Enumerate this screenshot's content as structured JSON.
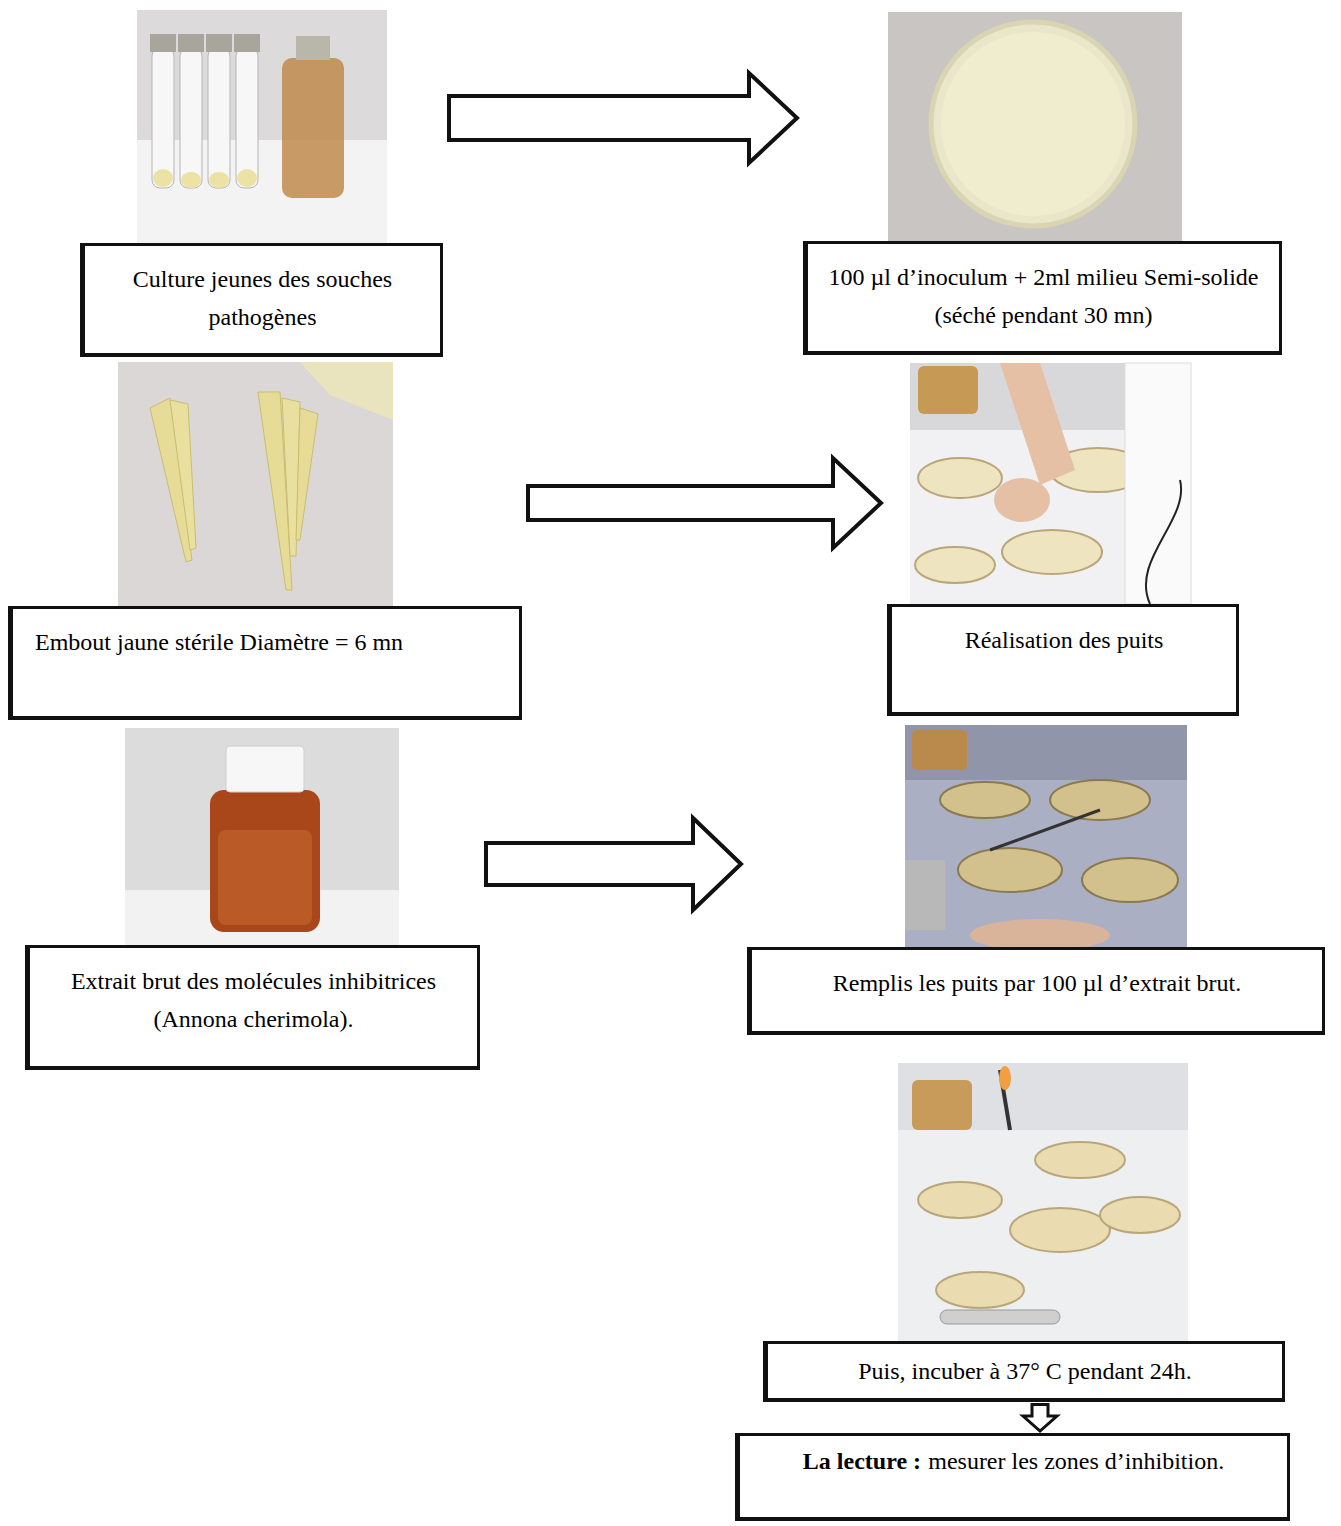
{
  "diagram": {
    "nodes": [
      {
        "text": [
          "Culture jeunes des souches pathogènes"
        ]
      },
      {
        "text": [
          "100 µl d’inoculum + 2ml milieu Semi-solide (séché pendant 30 mn)"
        ]
      },
      {
        "text": [
          "Embout jaune stérile Diamètre = 6 mn"
        ]
      },
      {
        "text": [
          "Réalisation des puits"
        ]
      },
      {
        "text": [
          "Extrait brut des molécules inhibitrices (Annona cherimola)."
        ]
      },
      {
        "text": [
          "Remplis les puits par 100 µl d’extrait brut."
        ]
      },
      {
        "text": [
          "Puis, incuber à 37° C pendant 24h."
        ]
      },
      {
        "text": [
          "La lecture :",
          "mesurer les zones d’inhibition."
        ]
      }
    ],
    "edges": [
      {
        "from": 0,
        "to": 1,
        "arrow": "to"
      },
      {
        "from": 2,
        "to": 3,
        "arrow": "to"
      },
      {
        "from": 4,
        "to": 5,
        "arrow": "to"
      },
      {
        "from": 6,
        "to": 7,
        "arrow": "to"
      }
    ]
  }
}
